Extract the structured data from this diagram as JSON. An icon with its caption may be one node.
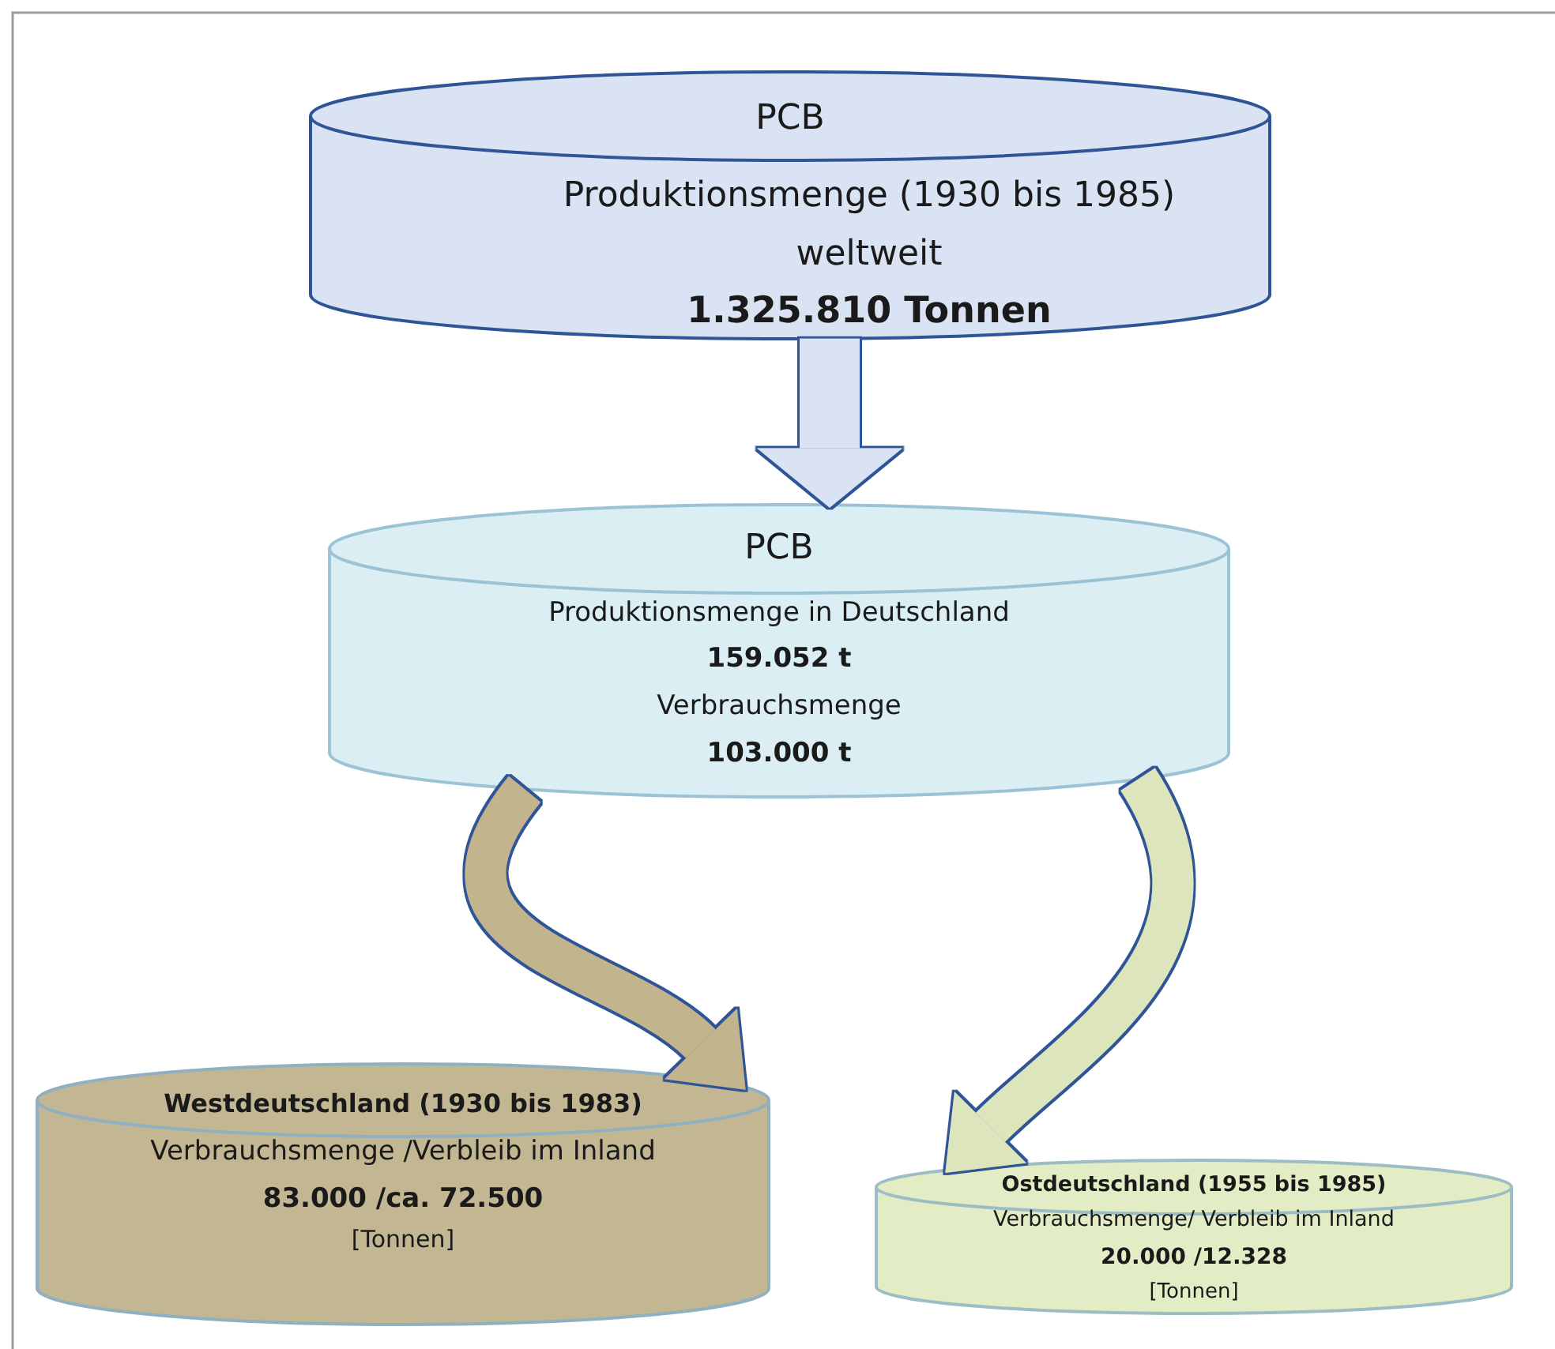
{
  "diagram": {
    "nodes": [
      {
        "text": [
          "PCB",
          "Produktionsmenge (1930 bis 1985)",
          "weltweit",
          "1.325.810 Tonnen"
        ]
      },
      {
        "text": [
          "PCB",
          "Produktionsmenge in Deutschland",
          "159.052 t",
          "Verbrauchsmenge",
          "103.000 t"
        ]
      },
      {
        "text": [
          "Westdeutschland (1930 bis 1983)",
          "Verbrauchsmenge /Verbleib im Inland",
          "83.000 /ca. 72.500",
          "[Tonnen]"
        ]
      },
      {
        "text": [
          "Ostdeutschland (1955 bis 1985)",
          "Verbrauchsmenge/ Verbleib im Inland",
          "20.000 /12.328",
          "[Tonnen]"
        ]
      }
    ],
    "edges": [
      {
        "from": 0,
        "to": 1,
        "arrow": "to",
        "color": "#dae3f3"
      },
      {
        "from": 1,
        "to": 2,
        "arrow": "to",
        "color": "#c2b48c"
      },
      {
        "from": 1,
        "to": 3,
        "arrow": "to",
        "color": "#dde5bd"
      }
    ]
  }
}
